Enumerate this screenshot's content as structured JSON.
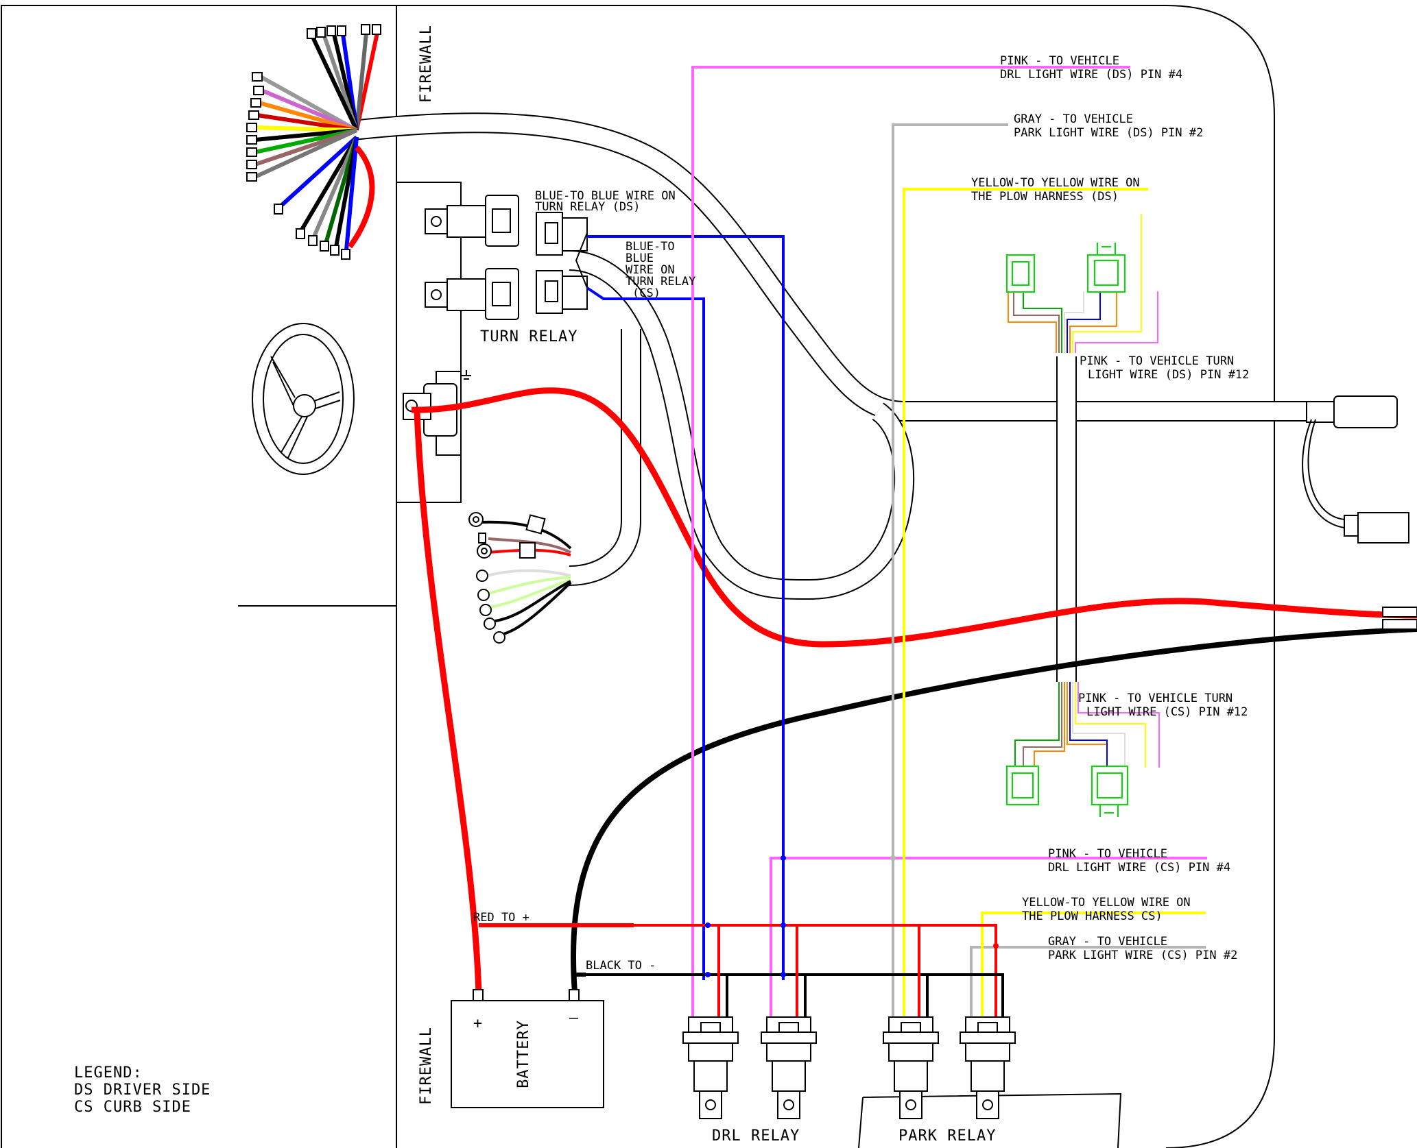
{
  "labels": {
    "firewall_top": "FIREWALL",
    "firewall_bottom": "FIREWALL",
    "turn_relay": "TURN RELAY",
    "drl_relay": "DRL RELAY",
    "park_relay": "PARK RELAY",
    "battery": "BATTERY",
    "battery_plus": "+",
    "battery_minus": "–",
    "blue_ds_1": "BLUE-TO BLUE WIRE ON",
    "blue_ds_2": "TURN RELAY (DS)",
    "blue_cs_1": "BLUE-TO",
    "blue_cs_2": "BLUE",
    "blue_cs_3": "WIRE ON",
    "blue_cs_4": "TURN RELAY",
    "blue_cs_5": "(CS)",
    "pink_drl_ds_1": "PINK - TO VEHICLE",
    "pink_drl_ds_2": "DRL LIGHT WIRE (DS) PIN #4",
    "gray_park_ds_1": "GRAY - TO VEHICLE",
    "gray_park_ds_2": "PARK LIGHT WIRE (DS) PIN #2",
    "yellow_ds_1": "YELLOW-TO YELLOW WIRE ON",
    "yellow_ds_2": "THE PLOW HARNESS (DS)",
    "pink_turn_ds_1": "PINK - TO VEHICLE TURN",
    "pink_turn_ds_2": "LIGHT WIRE (DS) PIN #12",
    "pink_turn_cs_1": "PINK - TO VEHICLE TURN",
    "pink_turn_cs_2": "LIGHT WIRE (CS) PIN #12",
    "pink_drl_cs_1": "PINK - TO VEHICLE",
    "pink_drl_cs_2": "DRL LIGHT WIRE (CS) PIN #4",
    "yellow_cs_1": "YELLOW-TO YELLOW WIRE ON",
    "yellow_cs_2": "THE PLOW HARNESS CS)",
    "gray_park_cs_1": "GRAY - TO VEHICLE",
    "gray_park_cs_2": "PARK LIGHT WIRE (CS) PIN #2",
    "red_to_plus": "RED TO +",
    "black_to_minus": "BLACK TO -",
    "legend_title": "LEGEND:",
    "legend_ds": "DS DRIVER SIDE",
    "legend_cs": "CS CURB SIDE"
  },
  "colors": {
    "red": "#ff0000",
    "black": "#000000",
    "blue": "#0000ff",
    "pink": "#ff66ff",
    "gray": "#b4b4b4",
    "yellow": "#ffff00",
    "green": "#00dd00",
    "orange": "#ff8800",
    "brown": "#996666"
  },
  "icons": {
    "steering_wheel": "steering-wheel-icon",
    "ignition_switch": "ignition-switch-icon",
    "ground": "ground-icon",
    "ring_terminal": "ring-terminal-icon"
  }
}
